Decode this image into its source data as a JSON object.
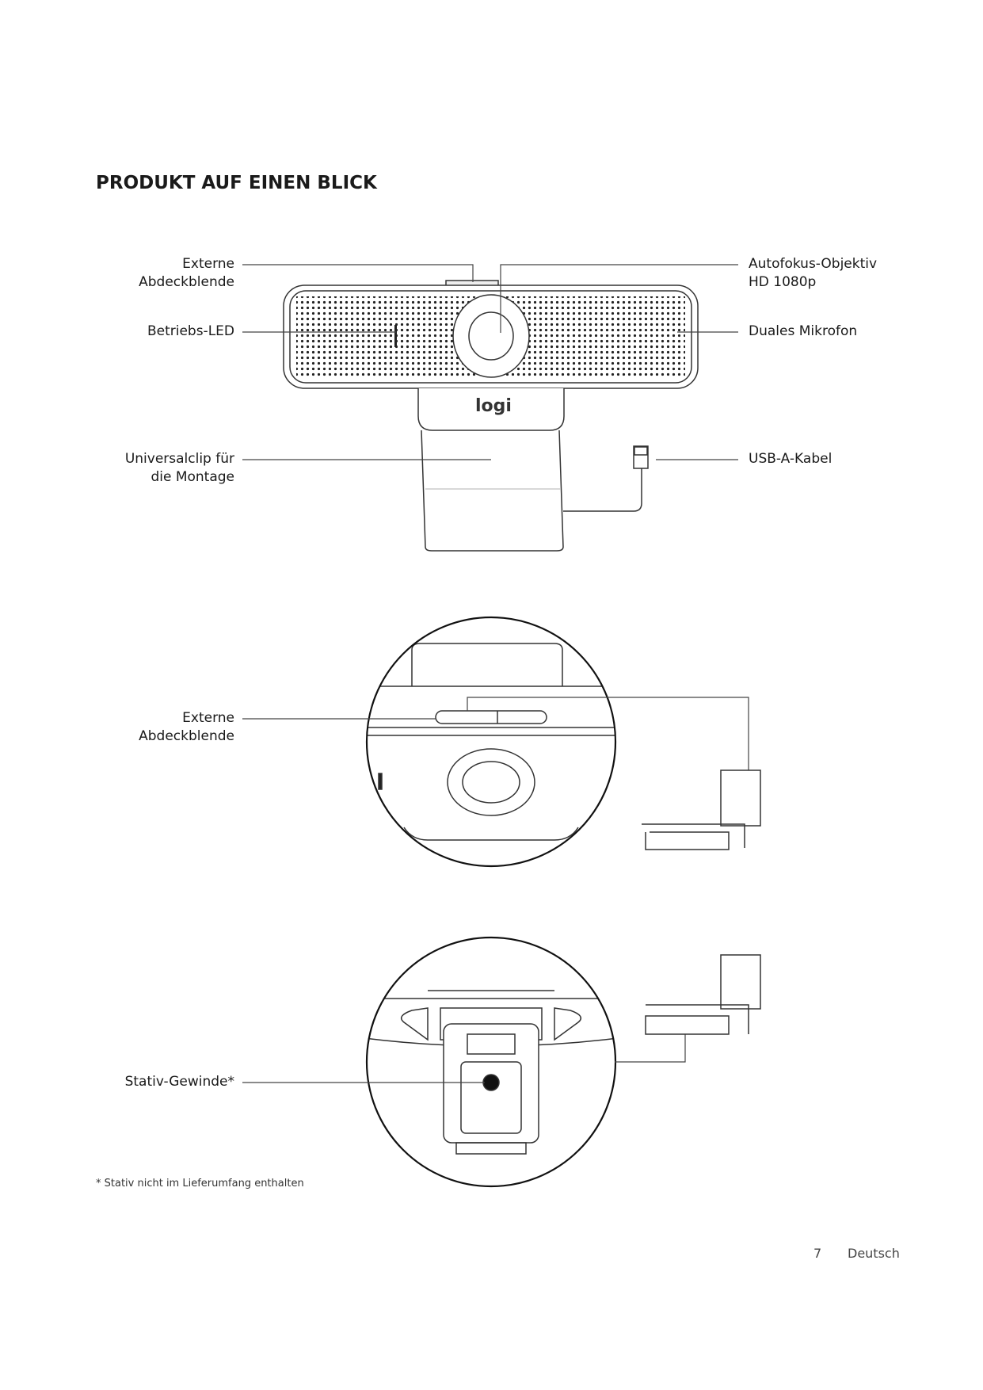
{
  "title": "PRODUKT AUF EINEN BLICK",
  "diagram1": {
    "labels_left": [
      {
        "line1": "Externe",
        "line2": "Abdeckblende"
      },
      {
        "line1": "Betriebs-LED"
      },
      {
        "line1": "Universalclip für",
        "line2": "die Montage"
      }
    ],
    "labels_right": [
      {
        "line1": "Autofokus-Objektiv",
        "line2": "HD 1080p"
      },
      {
        "line1": "Duales Mikrofon"
      },
      {
        "line1": "USB-A-Kabel"
      }
    ],
    "logo": "logi"
  },
  "diagram2": {
    "label": {
      "line1": "Externe",
      "line2": "Abdeckblende"
    }
  },
  "diagram3": {
    "label": {
      "line1": "Stativ-Gewinde*"
    }
  },
  "footnote": "* Stativ nicht im Lieferumfang enthalten",
  "footer": {
    "page_number": "7",
    "language": "Deutsch"
  }
}
